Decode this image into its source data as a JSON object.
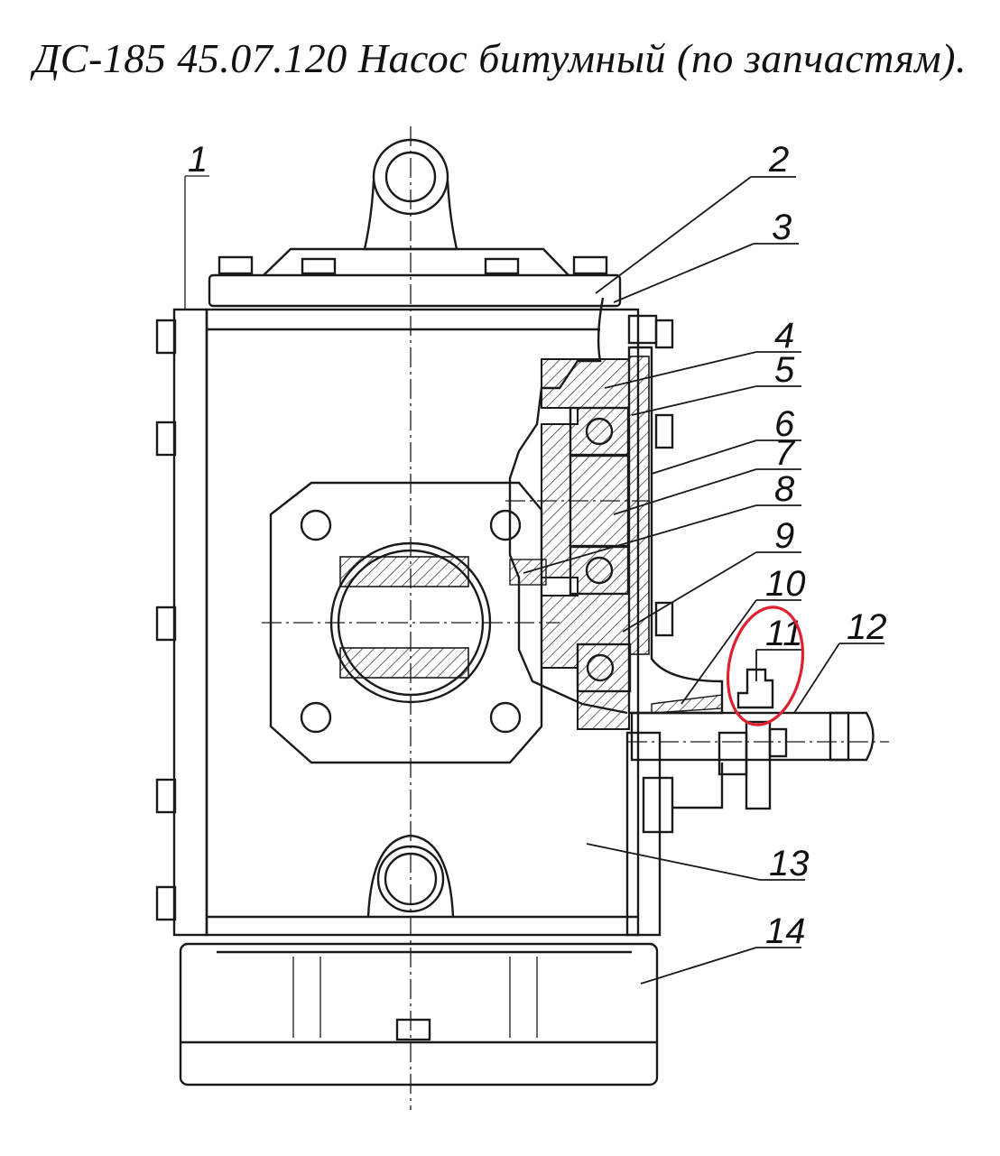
{
  "title": "ДС-185 45.07.120 Насос битумный (по запчастям).",
  "callouts": [
    {
      "id": "1",
      "label": "1"
    },
    {
      "id": "2",
      "label": "2"
    },
    {
      "id": "3",
      "label": "3"
    },
    {
      "id": "4",
      "label": "4"
    },
    {
      "id": "5",
      "label": "5"
    },
    {
      "id": "6",
      "label": "6"
    },
    {
      "id": "7",
      "label": "7"
    },
    {
      "id": "8",
      "label": "8"
    },
    {
      "id": "9",
      "label": "9"
    },
    {
      "id": "10",
      "label": "10"
    },
    {
      "id": "11",
      "label": "11"
    },
    {
      "id": "12",
      "label": "12"
    },
    {
      "id": "13",
      "label": "13"
    },
    {
      "id": "14",
      "label": "14"
    }
  ],
  "highlight": {
    "target": "11",
    "color": "#e0202e"
  },
  "colors": {
    "ink": "#1a1a1a",
    "paper": "#ffffff"
  }
}
